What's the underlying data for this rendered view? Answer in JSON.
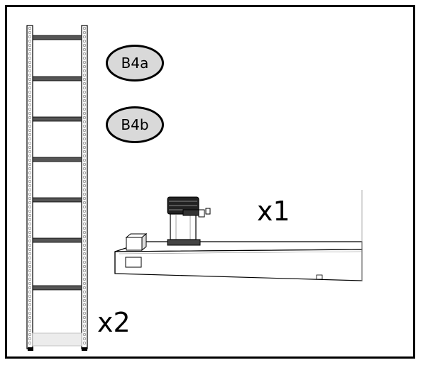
{
  "labels": {
    "part_a": "B4a",
    "part_b": "B4b",
    "qty_shelving": "x2",
    "qty_beam": "x1"
  },
  "icons": {
    "shelving": "shelving-unit-icon",
    "beam": "conveyor-beam-icon",
    "motor": "motor-icon",
    "box": "junction-box-icon"
  },
  "colors": {
    "badge_fill": "#d9d9d9",
    "stroke": "#000000",
    "shelf": "#555555"
  }
}
